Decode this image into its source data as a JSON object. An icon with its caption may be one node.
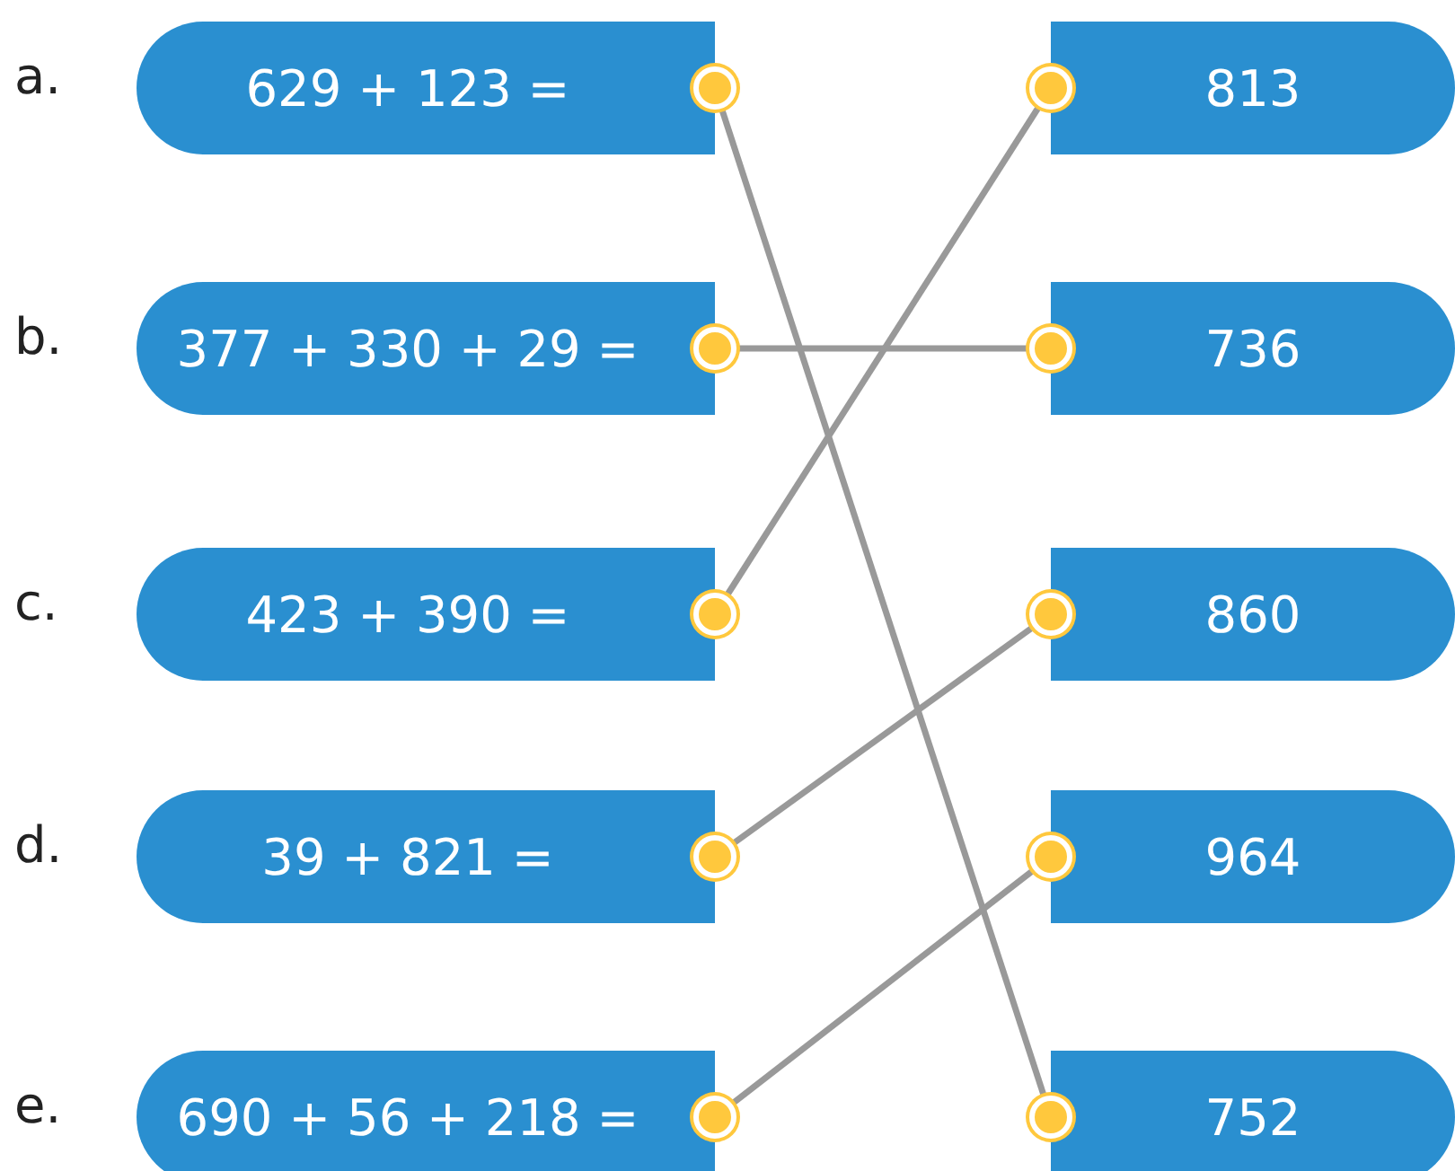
{
  "diagram": {
    "nodes": [
      {
        "text": [
          "629 + 123 ="
        ],
        "beside": [
          "a."
        ]
      },
      {
        "text": [
          "377 + 330 + 29 ="
        ],
        "beside": [
          "b."
        ]
      },
      {
        "text": [
          "423 + 390 ="
        ],
        "beside": [
          "c."
        ]
      },
      {
        "text": [
          "39 + 821 ="
        ],
        "beside": [
          "d."
        ]
      },
      {
        "text": [
          "690 + 56 + 218 ="
        ],
        "beside": [
          "e."
        ]
      },
      {
        "text": [
          "813"
        ]
      },
      {
        "text": [
          "736"
        ]
      },
      {
        "text": [
          "860"
        ]
      },
      {
        "text": [
          "964"
        ]
      },
      {
        "text": [
          "752"
        ]
      }
    ],
    "edges": [
      {
        "from": 0,
        "to": 9,
        "arrow": "none"
      },
      {
        "from": 1,
        "to": 6,
        "arrow": "none"
      },
      {
        "from": 2,
        "to": 5,
        "arrow": "none"
      },
      {
        "from": 3,
        "to": 7,
        "arrow": "none"
      },
      {
        "from": 4,
        "to": 8,
        "arrow": "none"
      }
    ]
  }
}
